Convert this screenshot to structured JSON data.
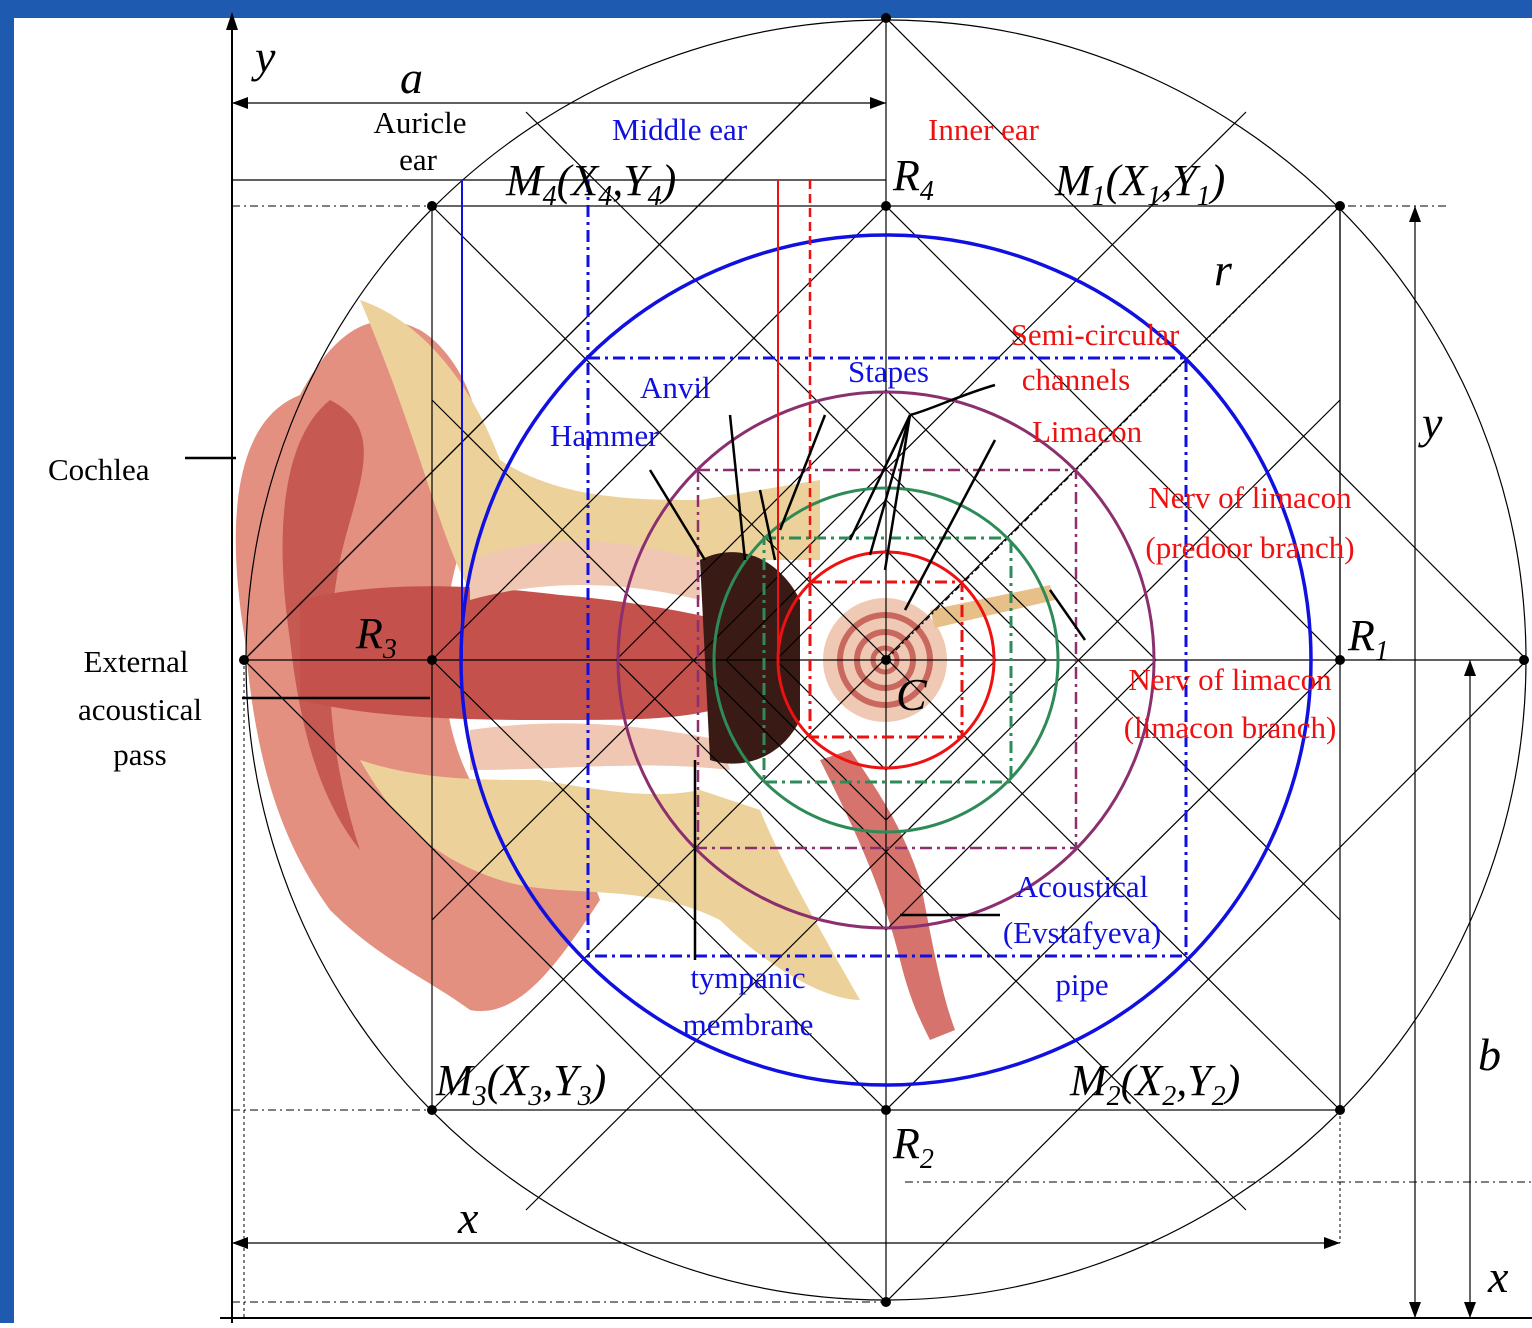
{
  "axes": {
    "y_top": "y",
    "x_bottom": "x",
    "a": "a",
    "b": "b",
    "x_dim": "x",
    "y_dim": "y",
    "r": "r"
  },
  "points": {
    "M1": {
      "main": "M",
      "sub": "1",
      "paren": "(X",
      "sub2": "1",
      "comma": ",Y",
      "sub3": "1",
      "close": ")"
    },
    "M2": {
      "main": "M",
      "sub": "2",
      "paren": "(X",
      "sub2": "2",
      "comma": ",Y",
      "sub3": "2",
      "close": ")"
    },
    "M3": {
      "main": "M",
      "sub": "3",
      "paren": "(X",
      "sub2": "3",
      "comma": ",Y",
      "sub3": "3",
      "close": ")"
    },
    "M4": {
      "main": "M",
      "sub": "4",
      "paren": "(X",
      "sub2": "4",
      "comma": ",Y",
      "sub3": "4",
      "close": ")"
    },
    "R1": {
      "main": "R",
      "sub": "1"
    },
    "R2": {
      "main": "R",
      "sub": "2"
    },
    "R3": {
      "main": "R",
      "sub": "3"
    },
    "R4": {
      "main": "R",
      "sub": "4"
    },
    "C": "C"
  },
  "labels": {
    "auricle_1": "Auricle",
    "auricle_2": "ear",
    "middle_ear": "Middle ear",
    "inner_ear": "Inner ear",
    "cochlea": "Cochlea",
    "external_1": "External",
    "external_2": "acoustical",
    "external_3": "pass",
    "anvil": "Anvil",
    "hammer": "Hammer",
    "stapes": "Stapes",
    "semi_1": "Semi-circular",
    "semi_2": "channels",
    "limacon": "Limacon",
    "nerv_pre_1": "Nerv of limacon",
    "nerv_pre_2": "(predoor branch)",
    "nerv_lim_1": "Nerv of limacon",
    "nerv_lim_2": "(limacon branch)",
    "acoust_1": "Acoustical",
    "acoust_2": "(Evstafyeva)",
    "acoust_3": "pipe",
    "tymp_1": "tympanic",
    "tymp_2": "membrane"
  },
  "colors": {
    "frame": "#1e5bb0",
    "blue": "#1010e0",
    "red": "#ee1111",
    "purple": "#8b2f6e",
    "green": "#2e8b57",
    "ear_skin": "#d06a62",
    "ear_light": "#f2cfb8",
    "bone": "#e7c98a"
  }
}
